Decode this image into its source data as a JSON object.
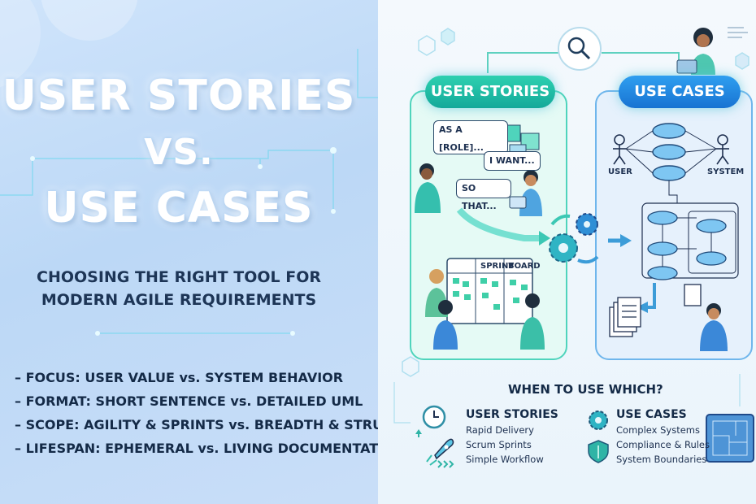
{
  "left": {
    "title_line1": "USER STORIES",
    "title_line2": "VS.",
    "title_line3": "USE CASES",
    "subtitle_line1": "CHOOSING THE RIGHT TOOL FOR",
    "subtitle_line2": "MODERN AGILE REQUIREMENTS",
    "bullets": [
      "– FOCUS: USER VALUE vs. SYSTEM BEHAVIOR",
      "– FORMAT: SHORT SENTENCE vs. DETAILED UML",
      "– SCOPE: AGILITY & SPRINTS vs. BREADTH & STRUCTURE",
      "– LIFESPAN: EPHEMERAL vs. LIVING DOCUMENTATION"
    ]
  },
  "right": {
    "user_stories_label": "USER STORIES",
    "use_cases_label": "USE CASES",
    "bubbles": [
      "AS A [ROLE]...",
      "I WANT...",
      "SO THAT..."
    ],
    "board_labels": [
      "SPRINT",
      "BOARD"
    ],
    "actor_user": "USER",
    "actor_system": "SYSTEM",
    "when_title": "WHEN TO USE WHICH?",
    "stories_heading": "USER STORIES",
    "stories_items": [
      "Rapid Delivery",
      "Scrum Sprints",
      "Simple Workflow"
    ],
    "cases_heading": "USE CASES",
    "cases_items": [
      "Complex Systems",
      "Compliance & Rules",
      "System Boundaries"
    ]
  },
  "colors": {
    "stories_accent": "#1fbfa5",
    "cases_accent": "#2386e0",
    "text_dark": "#142a47"
  },
  "icons": [
    "search-icon",
    "laptop-person-icon",
    "gear-icon",
    "clock-icon",
    "rocket-icon",
    "shield-icon",
    "document-icon",
    "blueprint-icon"
  ]
}
